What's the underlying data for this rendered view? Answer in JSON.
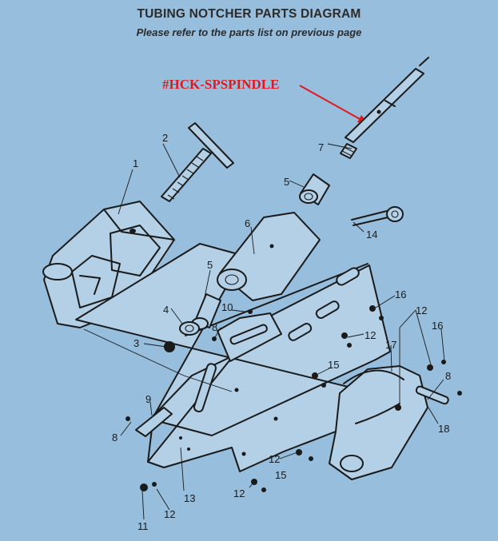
{
  "header": {
    "title": "TUBING NOTCHER PARTS DIAGRAM",
    "subtitle": "Please refer to the parts list on previous page"
  },
  "callout": {
    "text": "#HCK-SPSPINDLE",
    "color": "#e0191f"
  },
  "colors": {
    "background": "#97bedc",
    "line": "#1a1a1a"
  },
  "part_labels": {
    "p1": "1",
    "p2": "2",
    "p3": "3",
    "p4": "4",
    "p5a": "5",
    "p5b": "5",
    "p6": "6",
    "p7": "7",
    "p8a": "8",
    "p8b": "8",
    "p8c": "8",
    "p9": "9",
    "p10": "10",
    "p11": "11",
    "p12a": "12",
    "p12b": "12",
    "p12c": "12",
    "p12d": "12",
    "p12e": "12",
    "p13": "13",
    "p14": "14",
    "p15a": "15",
    "p15b": "15",
    "p16a": "16",
    "p16b": "16",
    "p17": "17",
    "p18": "18"
  }
}
